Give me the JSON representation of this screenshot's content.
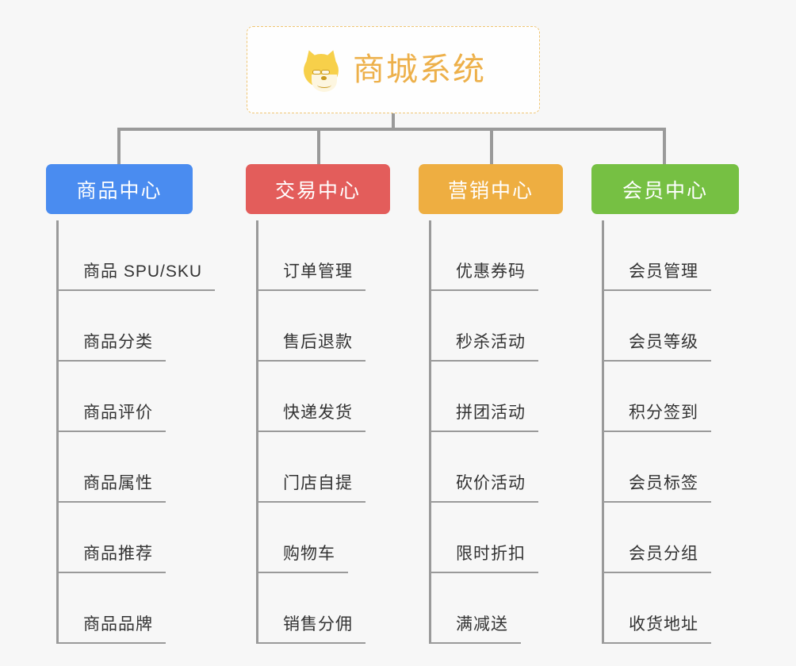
{
  "diagram": {
    "type": "org-tree",
    "background_color": "#f7f7f7",
    "root": {
      "title": "商城系统",
      "icon": "dog-face-icon",
      "border_color": "#f0c674",
      "text_color": "#edb04a",
      "background_color": "#fefefe"
    },
    "connector_color": "#9a9a9a",
    "categories": [
      {
        "label": "商品中心",
        "color": "#4a8cf0",
        "items": [
          "商品 SPU/SKU",
          "商品分类",
          "商品评价",
          "商品属性",
          "商品推荐",
          "商品品牌"
        ]
      },
      {
        "label": "交易中心",
        "color": "#e35d5b",
        "items": [
          "订单管理",
          "售后退款",
          "快递发货",
          "门店自提",
          "购物车",
          "销售分佣"
        ]
      },
      {
        "label": "营销中心",
        "color": "#eeae41",
        "items": [
          "优惠券码",
          "秒杀活动",
          "拼团活动",
          "砍价活动",
          "限时折扣",
          "满减送"
        ]
      },
      {
        "label": "会员中心",
        "color": "#76c043",
        "items": [
          "会员管理",
          "会员等级",
          "积分签到",
          "会员标签",
          "会员分组",
          "收货地址"
        ]
      }
    ]
  }
}
